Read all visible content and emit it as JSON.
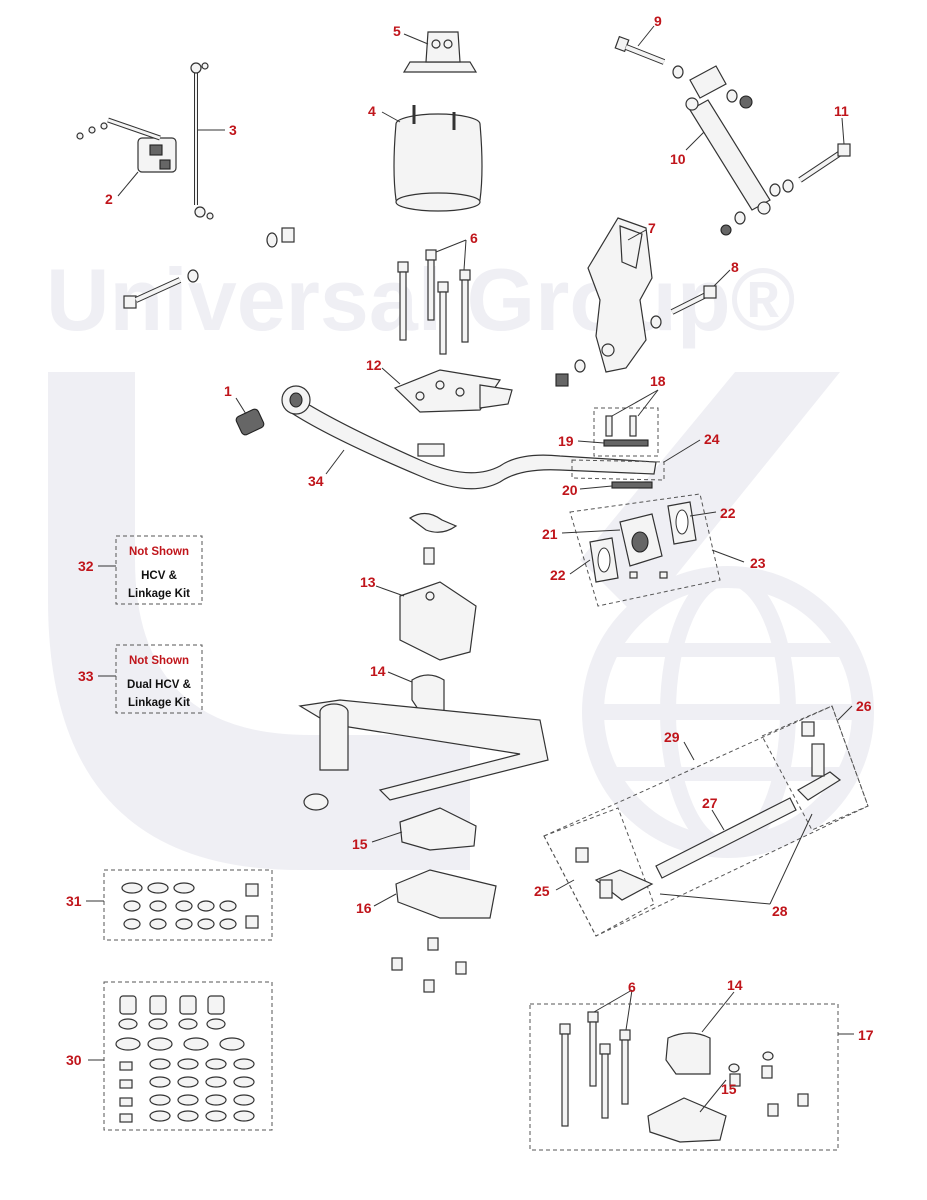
{
  "watermark": {
    "text": "Universal Group®"
  },
  "colors": {
    "callout": "#c0151b",
    "line": "#333333",
    "watermark": "#efeff4"
  },
  "callouts": [
    {
      "id": "c1",
      "label": "1"
    },
    {
      "id": "c2",
      "label": "2"
    },
    {
      "id": "c3",
      "label": "3"
    },
    {
      "id": "c4",
      "label": "4"
    },
    {
      "id": "c5",
      "label": "5"
    },
    {
      "id": "c6a",
      "label": "6"
    },
    {
      "id": "c6b",
      "label": "6"
    },
    {
      "id": "c7",
      "label": "7"
    },
    {
      "id": "c8",
      "label": "8"
    },
    {
      "id": "c9",
      "label": "9"
    },
    {
      "id": "c10",
      "label": "10"
    },
    {
      "id": "c11",
      "label": "11"
    },
    {
      "id": "c12",
      "label": "12"
    },
    {
      "id": "c13",
      "label": "13"
    },
    {
      "id": "c14a",
      "label": "14"
    },
    {
      "id": "c14b",
      "label": "14"
    },
    {
      "id": "c15a",
      "label": "15"
    },
    {
      "id": "c15b",
      "label": "15"
    },
    {
      "id": "c16",
      "label": "16"
    },
    {
      "id": "c17",
      "label": "17"
    },
    {
      "id": "c18",
      "label": "18"
    },
    {
      "id": "c19",
      "label": "19"
    },
    {
      "id": "c20",
      "label": "20"
    },
    {
      "id": "c21",
      "label": "21"
    },
    {
      "id": "c22a",
      "label": "22"
    },
    {
      "id": "c22b",
      "label": "22"
    },
    {
      "id": "c23",
      "label": "23"
    },
    {
      "id": "c24",
      "label": "24"
    },
    {
      "id": "c25",
      "label": "25"
    },
    {
      "id": "c26",
      "label": "26"
    },
    {
      "id": "c27",
      "label": "27"
    },
    {
      "id": "c28",
      "label": "28"
    },
    {
      "id": "c29",
      "label": "29"
    },
    {
      "id": "c30",
      "label": "30"
    },
    {
      "id": "c31",
      "label": "31"
    },
    {
      "id": "c32",
      "label": "32"
    },
    {
      "id": "c33",
      "label": "33"
    },
    {
      "id": "c34",
      "label": "34"
    }
  ],
  "not_shown_boxes": [
    {
      "heading": "Not Shown",
      "line1": "HCV &",
      "line2": "Linkage Kit"
    },
    {
      "heading": "Not Shown",
      "line1": "Dual HCV &",
      "line2": "Linkage Kit"
    }
  ]
}
